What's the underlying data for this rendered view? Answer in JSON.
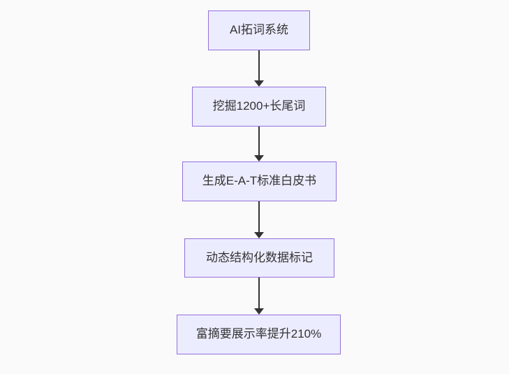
{
  "page": {
    "background": "#fafafa"
  },
  "flowchart": {
    "type": "flowchart",
    "direction": "top-down",
    "theme": {
      "node_fill": "#ECECFF",
      "node_border": "#9370DB",
      "text_color": "#333333",
      "arrow_color": "#333333"
    },
    "nodes": [
      {
        "label": "AI拓词系统"
      },
      {
        "label": "挖掘1200+长尾词"
      },
      {
        "label": "生成E-A-T标准白皮书"
      },
      {
        "label": "动态结构化数据标记"
      },
      {
        "label": "富摘要展示率提升210%"
      }
    ],
    "edges": [
      {
        "from": "AI拓词系统",
        "to": "挖掘1200+长尾词"
      },
      {
        "from": "挖掘1200+长尾词",
        "to": "生成E-A-T标准白皮书"
      },
      {
        "from": "生成E-A-T标准白皮书",
        "to": "动态结构化数据标记"
      },
      {
        "from": "动态结构化数据标记",
        "to": "富摘要展示率提升210%"
      }
    ]
  }
}
